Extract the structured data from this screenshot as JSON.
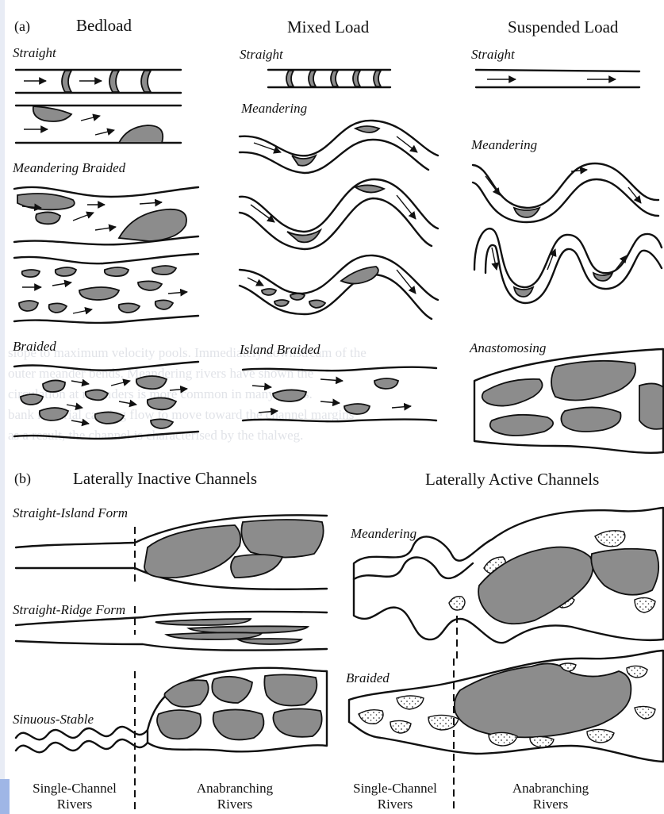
{
  "panel_a": {
    "letter": "(a)",
    "columns": [
      "Bedload",
      "Mixed Load",
      "Suspended Load"
    ],
    "labels": {
      "bed_straight": "Straight",
      "bed_meandering_braided": "Meandering Braided",
      "bed_braided": "Braided",
      "mixed_straight": "Straight",
      "mixed_meandering": "Meandering",
      "mixed_island_braided": "Island Braided",
      "susp_straight": "Straight",
      "susp_meandering": "Meandering",
      "susp_anastomosing": "Anastomosing"
    }
  },
  "panel_b": {
    "letter": "(b)",
    "left_title": "Laterally Inactive Channels",
    "right_title": "Laterally Active Channels",
    "labels": {
      "straight_island": "Straight-Island Form",
      "straight_ridge": "Straight-Ridge Form",
      "sinuous_stable": "Sinuous-Stable",
      "meandering": "Meandering",
      "braided": "Braided"
    },
    "bottom": {
      "left_single_line1": "Single-Channel",
      "left_single_line2": "Rivers",
      "left_anab_line1": "Anabranching",
      "left_anab_line2": "Rivers",
      "right_single_line1": "Single-Channel",
      "right_single_line2": "Rivers",
      "right_anab_line1": "Anabranching",
      "right_anab_line2": "Rivers"
    }
  },
  "background_text": [
    "slope to maximum velocity pools. Immediately downstream of the",
    "outer meander bends. Meandering rivers have shown the",
    "circulation at meanders is more common in many rivers.",
    "bank material causing flow to move toward the channel margins",
    "as a result, the channel is characterised by the thalweg."
  ]
}
